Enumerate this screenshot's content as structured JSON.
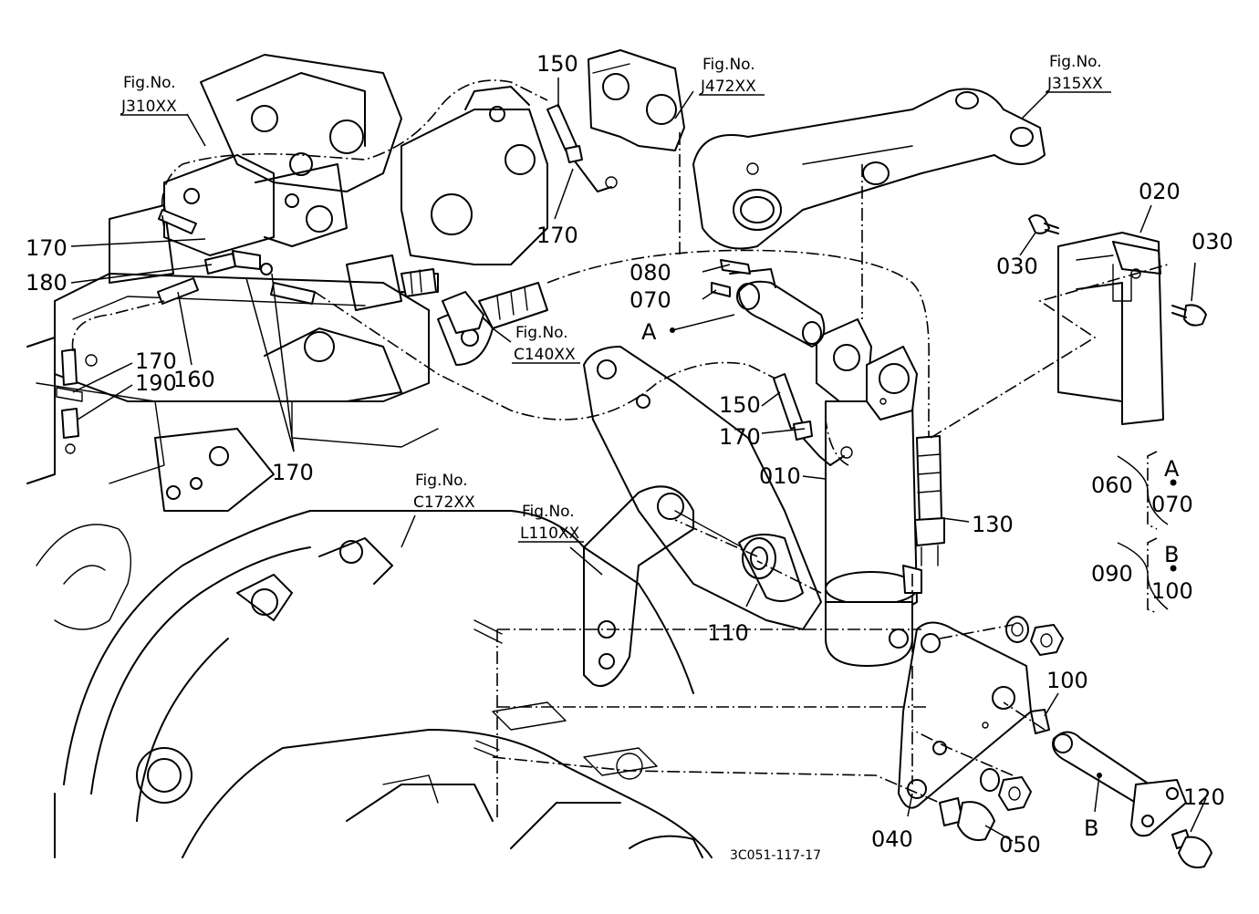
{
  "fig_refs": [
    {
      "id": "j310",
      "line1": "Fig.No.",
      "line2": "J310XX"
    },
    {
      "id": "j472",
      "line1": "Fig.No.",
      "line2": "J472XX"
    },
    {
      "id": "j315",
      "line1": "Fig.No.",
      "line2": "J315XX"
    },
    {
      "id": "c140",
      "line1": "Fig.No.",
      "line2": "C140XX"
    },
    {
      "id": "c172",
      "line1": "Fig.No.",
      "line2": "C172XX"
    },
    {
      "id": "l110",
      "line1": "Fig.No.",
      "line2": "L110XX"
    }
  ],
  "part_labels": {
    "p150a": "150",
    "p170a": "170",
    "p020": "020",
    "p030a": "030",
    "p030b": "030",
    "p170b": "170",
    "p180": "180",
    "p080": "080",
    "p070": "070",
    "pA": "A",
    "p170c": "170",
    "p190": "190",
    "p160": "160",
    "p150b": "150",
    "p170d": "170",
    "p010": "010",
    "p170e": "170",
    "p130": "130",
    "p110": "110",
    "p100": "100",
    "p120": "120",
    "p040": "040",
    "p050": "050",
    "pB": "B"
  },
  "kit_groups": [
    {
      "id": "g060",
      "number": "060",
      "top": "A",
      "dot": "•",
      "bottom": "070"
    },
    {
      "id": "g090",
      "number": "090",
      "top": "B",
      "dot": "•",
      "bottom": "100"
    }
  ],
  "drawing_code": "3C051-117-17"
}
